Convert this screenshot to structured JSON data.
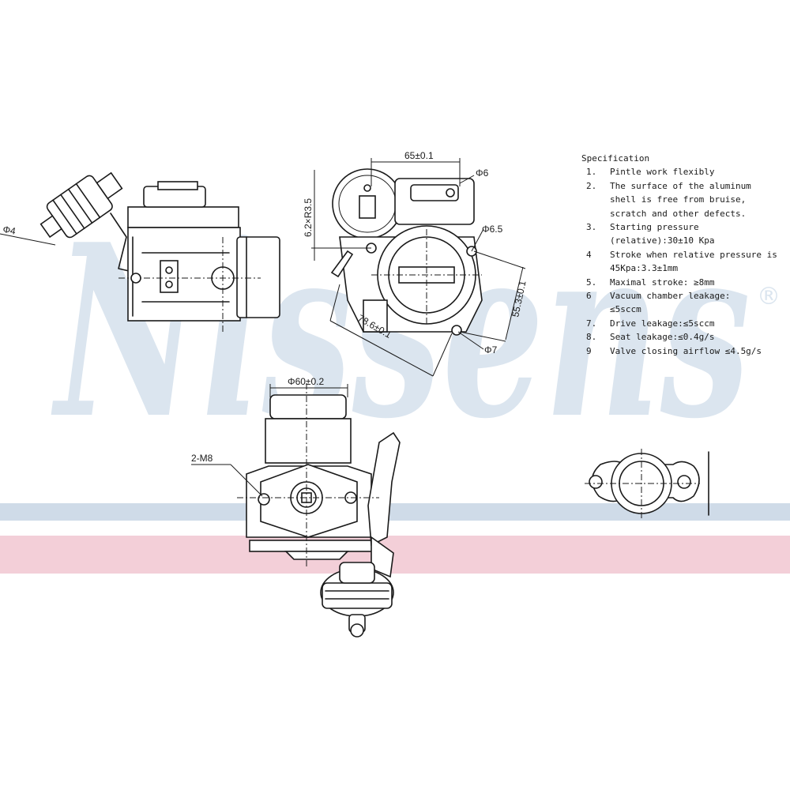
{
  "brand": {
    "watermark_text": "Nissens",
    "watermark_color": "#dbe5ef",
    "band_blue_color": "#cfdbe8",
    "band_red_color": "#f3cfd8",
    "registered_mark": "®"
  },
  "specification": {
    "title": "Specification",
    "items": [
      {
        "num": "1.",
        "text": "Pintle work flexibly"
      },
      {
        "num": "2.",
        "text": "The surface of the aluminum\nshell is free from bruise,\nscratch and other defects."
      },
      {
        "num": "3.",
        "text": "Starting pressure\n(relative):30±10 Kpa"
      },
      {
        "num": "4",
        "text": "Stroke when relative pressure is\n45Kpa:3.3±1mm"
      },
      {
        "num": "5.",
        "text": "Maximal stroke: ≥8mm"
      },
      {
        "num": "6",
        "text": "Vacuum chamber leakage:\n≤5sccm"
      },
      {
        "num": "7.",
        "text": "Drive leakage:≤5sccm"
      },
      {
        "num": "8.",
        "text": "Seat leakage:≤0.4g/s"
      },
      {
        "num": "9",
        "text": "Valve closing airflow ≤4.5g/s"
      }
    ]
  },
  "dimensions": {
    "d_left_edge": "Φ4",
    "width_top": "65±0.1",
    "phi6": "Φ6",
    "vertical_left": "6.2×R3.5",
    "phi6_5": "Φ6.5",
    "diag_right": "55.3±0.1",
    "diag_bottom": "78.6±0.1",
    "phi7": "Φ7",
    "phi60": "Φ60±0.2",
    "thread": "2-M8"
  }
}
